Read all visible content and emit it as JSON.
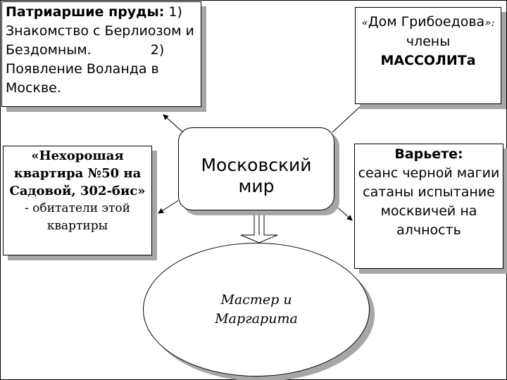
{
  "diagram": {
    "center": {
      "label_line1": "Московский",
      "label_line2": "мир"
    },
    "top_left": {
      "title": "Патриаршие пруды:",
      "item1_num": "1)",
      "item1_text": "Знакомство с Берлиозом и Бездомным.",
      "item2_num": "2)",
      "item2_text": "Появление Воланда в Москве."
    },
    "top_right": {
      "open_quote": "«",
      "title": "Дом Грибоедова",
      "close_quote": "»:",
      "line3": "члены",
      "line4": "МАССОЛИТа"
    },
    "mid_left": {
      "title": "«Нехорошая квартира №50 на Садовой, 302-бис»",
      "subtitle": "- обитатели этой квартиры"
    },
    "mid_right": {
      "title": "Варьете:",
      "body": "сеанс черной магии сатаны испытание москвичей на алчность"
    },
    "bottom": {
      "label": "Мастер и Маргарита"
    }
  }
}
